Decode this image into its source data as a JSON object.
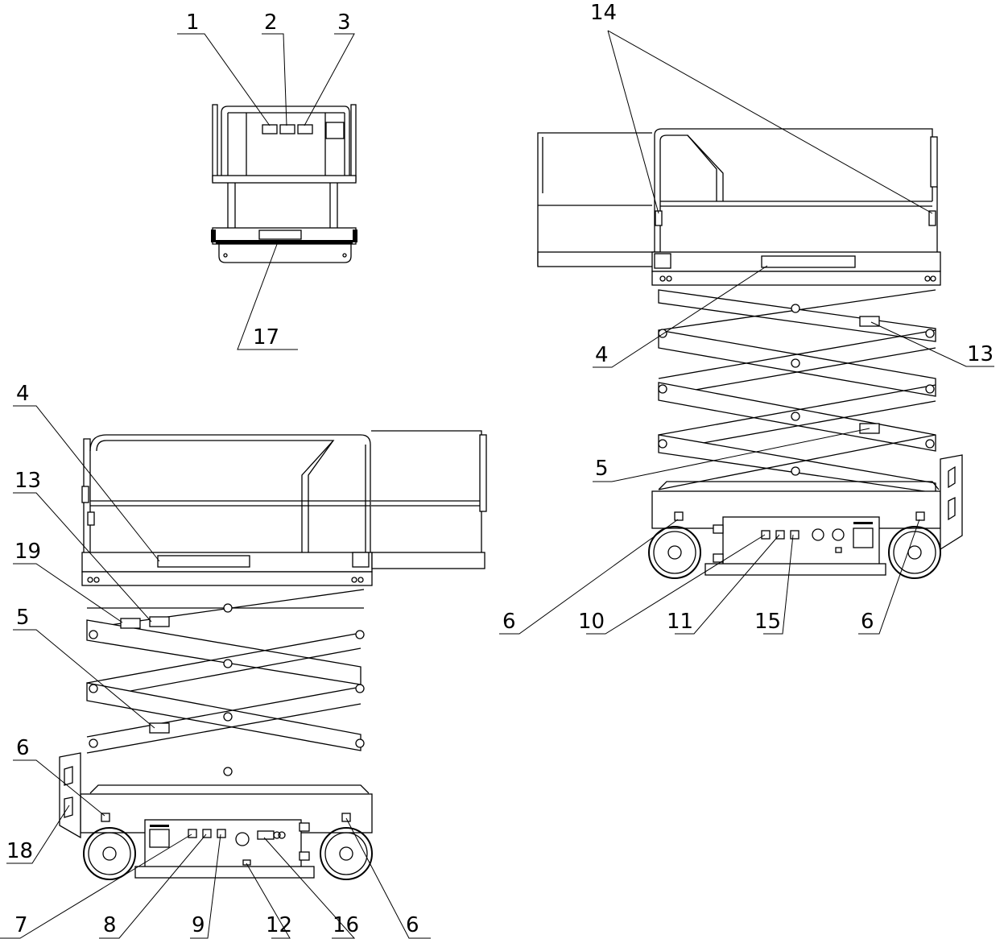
{
  "callouts": [
    {
      "id": "c1",
      "label": "1"
    },
    {
      "id": "c2",
      "label": "2"
    },
    {
      "id": "c3",
      "label": "3"
    },
    {
      "id": "c17",
      "label": "17"
    },
    {
      "id": "c14",
      "label": "14"
    },
    {
      "id": "c4r",
      "label": "4"
    },
    {
      "id": "c13r",
      "label": "13"
    },
    {
      "id": "c5r",
      "label": "5"
    },
    {
      "id": "c6rl",
      "label": "6"
    },
    {
      "id": "c10",
      "label": "10"
    },
    {
      "id": "c11",
      "label": "11"
    },
    {
      "id": "c15",
      "label": "15"
    },
    {
      "id": "c6rr",
      "label": "6"
    },
    {
      "id": "c4l",
      "label": "4"
    },
    {
      "id": "c13l",
      "label": "13"
    },
    {
      "id": "c19",
      "label": "19"
    },
    {
      "id": "c5l",
      "label": "5"
    },
    {
      "id": "c6ll",
      "label": "6"
    },
    {
      "id": "c18",
      "label": "18"
    },
    {
      "id": "c7",
      "label": "7"
    },
    {
      "id": "c8",
      "label": "8"
    },
    {
      "id": "c9",
      "label": "9"
    },
    {
      "id": "c12",
      "label": "12"
    },
    {
      "id": "c16",
      "label": "16"
    },
    {
      "id": "c6lr",
      "label": "6"
    }
  ]
}
